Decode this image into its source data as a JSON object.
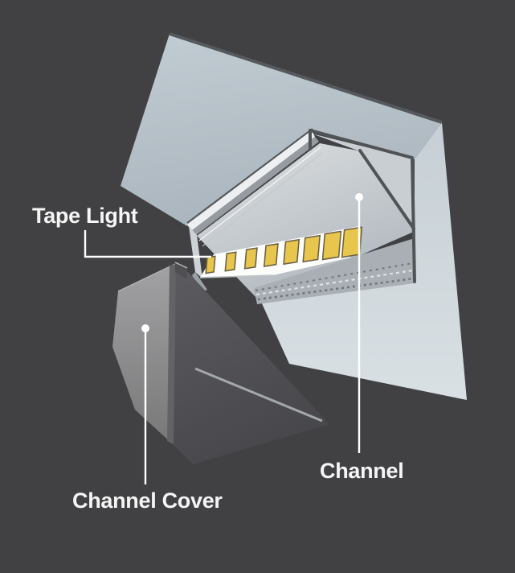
{
  "labels": {
    "tape_light": "Tape Light",
    "channel": "Channel",
    "channel_cover": "Channel Cover"
  },
  "colors": {
    "background": "#414144",
    "ceiling_edge_shadow": "#55585c",
    "aluminum_flange": "#edeff0",
    "aluminum_groove": "#959ba0",
    "aluminum_interior": "#c9ced2",
    "profile_outline": "#515457",
    "mouth_strip": "#a9afb5",
    "rib_dark": "#6f767c",
    "rib_light": "#dfe3e5",
    "tape_strip": "#fdfdfc",
    "tape_edge": "#c0c4c7",
    "led_gold": "#e8c54d",
    "led_outline": "#6b6144",
    "cover_lip": "#4f4e52",
    "leader": "#ffffff",
    "label_text": "#f5f5f5"
  },
  "led_count": 8
}
